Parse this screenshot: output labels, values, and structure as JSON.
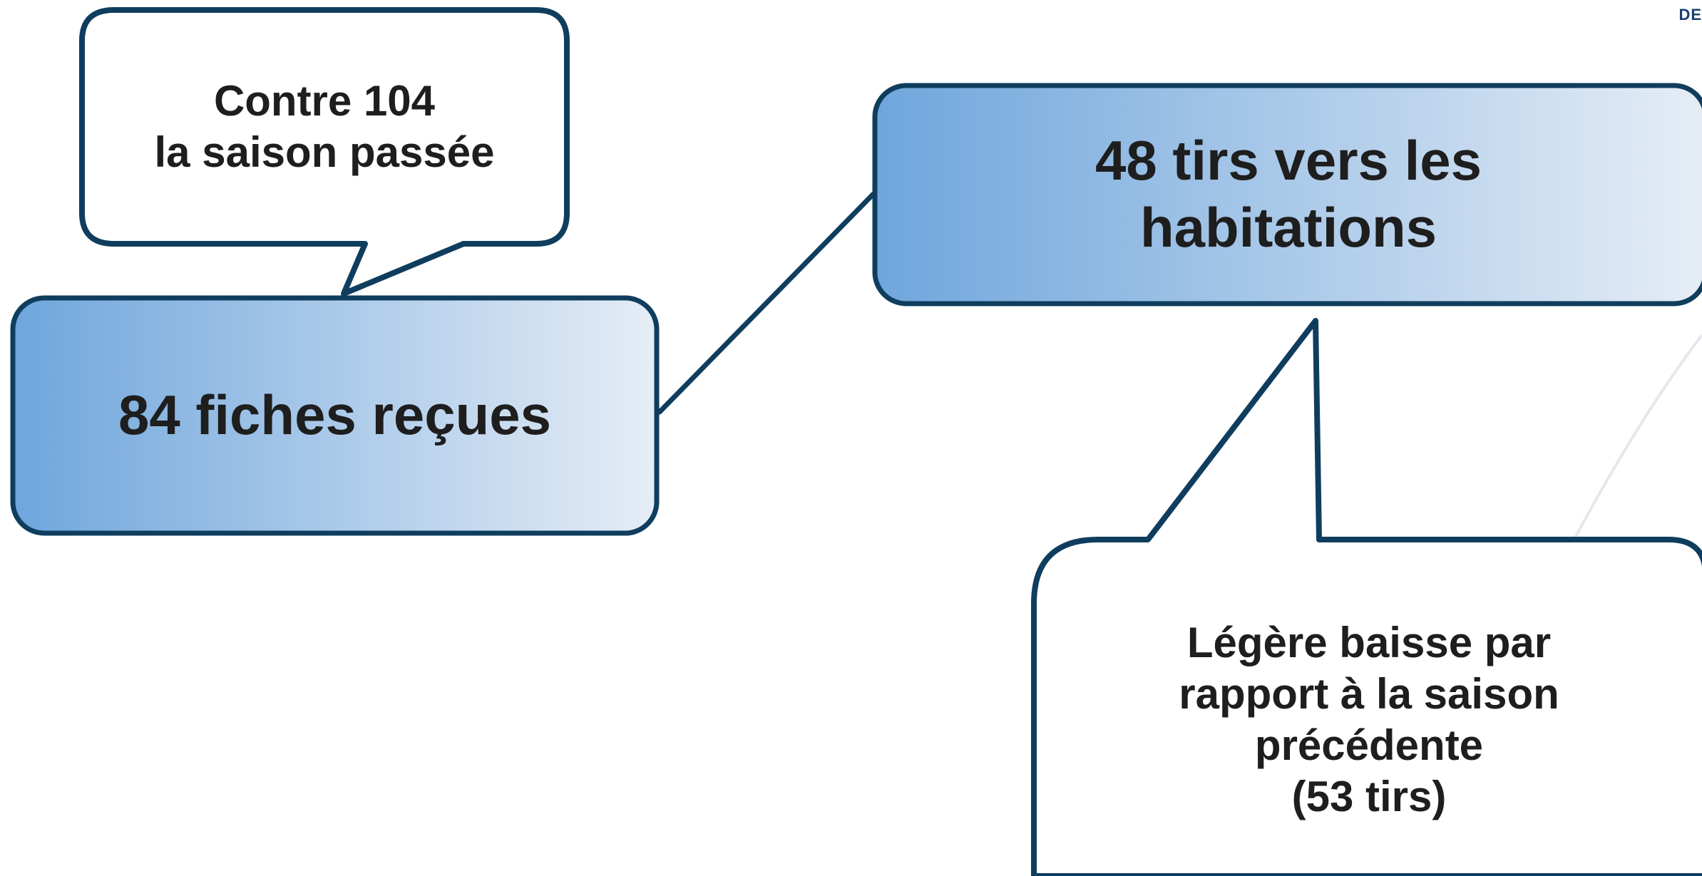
{
  "corner_text": "DE",
  "colors": {
    "border": "#0f3d5e",
    "gradient_start": "#6fa6dc",
    "gradient_end": "#e6edf6",
    "callout_fill": "#ffffff",
    "text": "#1e1e1e",
    "swoosh": "#e4e8ee"
  },
  "nodes": {
    "fiches": {
      "lines": [
        "84 fiches reçues"
      ]
    },
    "tirs": {
      "lines": [
        "48 tirs vers les",
        "habitations"
      ]
    }
  },
  "callouts": {
    "contre": {
      "lines": [
        "Contre 104",
        "la saison passée"
      ]
    },
    "baisse": {
      "lines": [
        "Légère baisse par",
        "rapport à la saison",
        "précédente",
        "(53 tirs)"
      ]
    }
  }
}
